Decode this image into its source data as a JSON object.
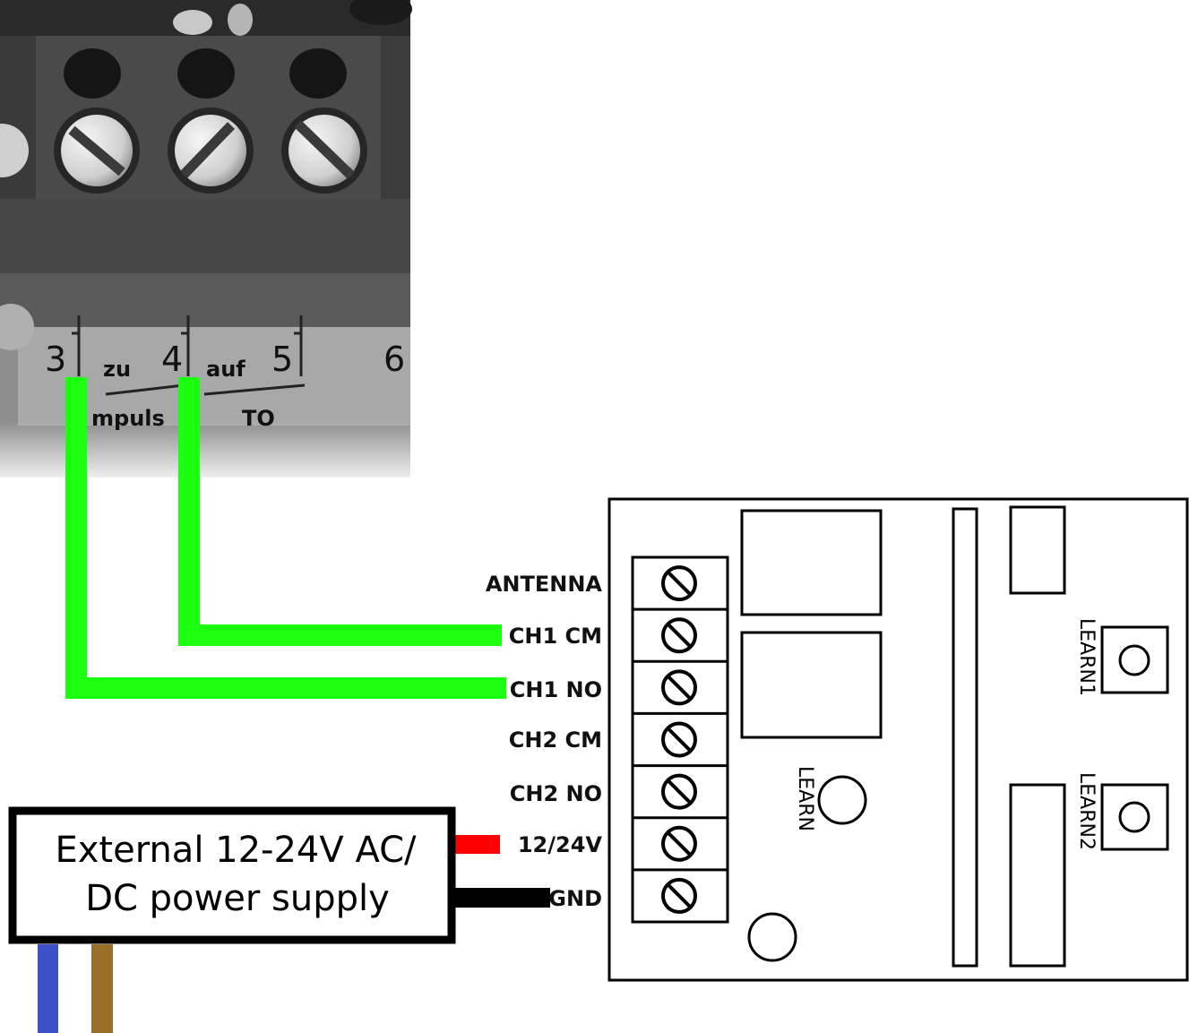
{
  "photo": {
    "terminals": [
      "3",
      "4",
      "5",
      "6"
    ],
    "labels": {
      "zu": "zu",
      "auf": "auf",
      "impuls": "mpuls",
      "to": "TO"
    }
  },
  "receiver": {
    "terminal_labels": [
      "ANTENNA",
      "CH1 CM",
      "CH1 NO",
      "CH2 CM",
      "CH2 NO",
      "12/24V",
      "GND"
    ],
    "learn_label": "LEARN",
    "learn1_label": "LEARN1",
    "learn2_label": "LEARN2"
  },
  "power_supply": {
    "line1": "External 12-24V AC/",
    "line2": "DC power supply"
  },
  "colors": {
    "signal_wire": "#19ff0f",
    "positive_wire": "#ff0000",
    "ground_wire": "#000000",
    "mains_blue": "#3c50c8",
    "mains_brown": "#987028"
  }
}
